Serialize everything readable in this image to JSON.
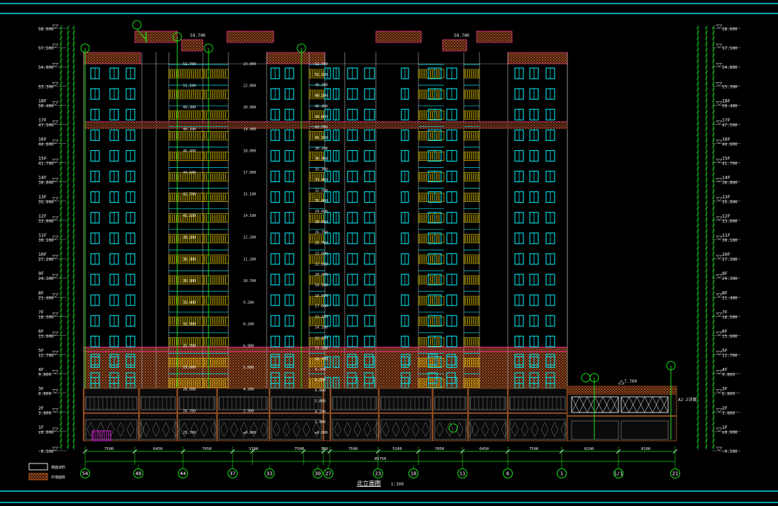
{
  "drawing": {
    "title": "北立面图",
    "scale": "1:100",
    "legend": [
      {
        "label": "墙面涂料",
        "color": "#ffffff"
      },
      {
        "label": "外墙面砖",
        "color": "#c8601c"
      }
    ]
  },
  "levels_left": [
    {
      "floor": "",
      "elev": "58.000"
    },
    {
      "floor": "",
      "elev": "57.500"
    },
    {
      "floor": "",
      "elev": "54.800"
    },
    {
      "floor": "",
      "elev": "53.300"
    },
    {
      "floor": "18F",
      "elev": "50.400"
    },
    {
      "floor": "17F",
      "elev": "47.500"
    },
    {
      "floor": "16F",
      "elev": "44.600"
    },
    {
      "floor": "15F",
      "elev": "41.700"
    },
    {
      "floor": "14F",
      "elev": "38.800"
    },
    {
      "floor": "13F",
      "elev": "35.900"
    },
    {
      "floor": "12F",
      "elev": "33.000"
    },
    {
      "floor": "11F",
      "elev": "30.100"
    },
    {
      "floor": "10F",
      "elev": "27.200"
    },
    {
      "floor": "9F",
      "elev": "24.300"
    },
    {
      "floor": "8F",
      "elev": "21.400"
    },
    {
      "floor": "7F",
      "elev": "18.500"
    },
    {
      "floor": "6F",
      "elev": "15.600"
    },
    {
      "floor": "5F",
      "elev": "12.700"
    },
    {
      "floor": "4F",
      "elev": "9.800"
    },
    {
      "floor": "3F",
      "elev": "6.800"
    },
    {
      "floor": "2F",
      "elev": "3.600"
    },
    {
      "floor": "1F",
      "elev": "±0.000"
    },
    {
      "floor": "",
      "elev": "-0.500"
    }
  ],
  "levels_right": [
    {
      "floor": "",
      "elev": "58.000"
    },
    {
      "floor": "",
      "elev": "57.500"
    },
    {
      "floor": "",
      "elev": "54.800"
    },
    {
      "floor": "",
      "elev": "53.300"
    },
    {
      "floor": "18F",
      "elev": "50.400"
    },
    {
      "floor": "17F",
      "elev": "47.500"
    },
    {
      "floor": "16F",
      "elev": "44.600"
    },
    {
      "floor": "15F",
      "elev": "41.700"
    },
    {
      "floor": "14F",
      "elev": "38.800"
    },
    {
      "floor": "13F",
      "elev": "35.900"
    },
    {
      "floor": "12F",
      "elev": "33.000"
    },
    {
      "floor": "11F",
      "elev": "30.100"
    },
    {
      "floor": "10F",
      "elev": "27.300"
    },
    {
      "floor": "9F",
      "elev": "24.300"
    },
    {
      "floor": "8F",
      "elev": "21.400"
    },
    {
      "floor": "7F",
      "elev": "18.500"
    },
    {
      "floor": "6F",
      "elev": "15.600"
    },
    {
      "floor": "5F",
      "elev": "12.700"
    },
    {
      "floor": "4F",
      "elev": "9.800"
    },
    {
      "floor": "3F",
      "elev": "6.800"
    },
    {
      "floor": "2F",
      "elev": "3.600"
    },
    {
      "floor": "1F",
      "elev": "±0.000"
    },
    {
      "floor": "",
      "elev": "-0.500"
    }
  ],
  "mid_elevations": [
    "52.700",
    "51.100",
    "49.300",
    "48.200",
    "46.400",
    "44.600",
    "42.700",
    "41.100",
    "38.200",
    "36.300",
    "35.300",
    "33.400",
    "32.500",
    "31.400",
    "29.600",
    "28.600",
    "26.700",
    "25.700",
    "23.800",
    "22.800",
    "20.900",
    "19.900",
    "18.000",
    "17.000",
    "15.100",
    "14.100",
    "12.200",
    "11.200",
    "10.700",
    "9.200",
    "8.200",
    "6.900",
    "5.800",
    "4.200",
    "2.900",
    "±0.000"
  ],
  "roof_tags": [
    {
      "label": "59.700"
    },
    {
      "label": "58.700"
    }
  ],
  "annex_level": "7.700",
  "right_note": "A2-2详图",
  "bay_dims": [
    "7500",
    "6450",
    "7050",
    "5100",
    "7500",
    "300",
    "7500",
    "5100",
    "7050",
    "6450",
    "7500",
    "8100",
    "8100"
  ],
  "overall_dim": "85750",
  "grid_axes": [
    "54",
    "48",
    "44",
    "37",
    "33",
    "30",
    "27",
    "23",
    "18",
    "11",
    "6",
    "1",
    "1/1",
    "21"
  ]
}
